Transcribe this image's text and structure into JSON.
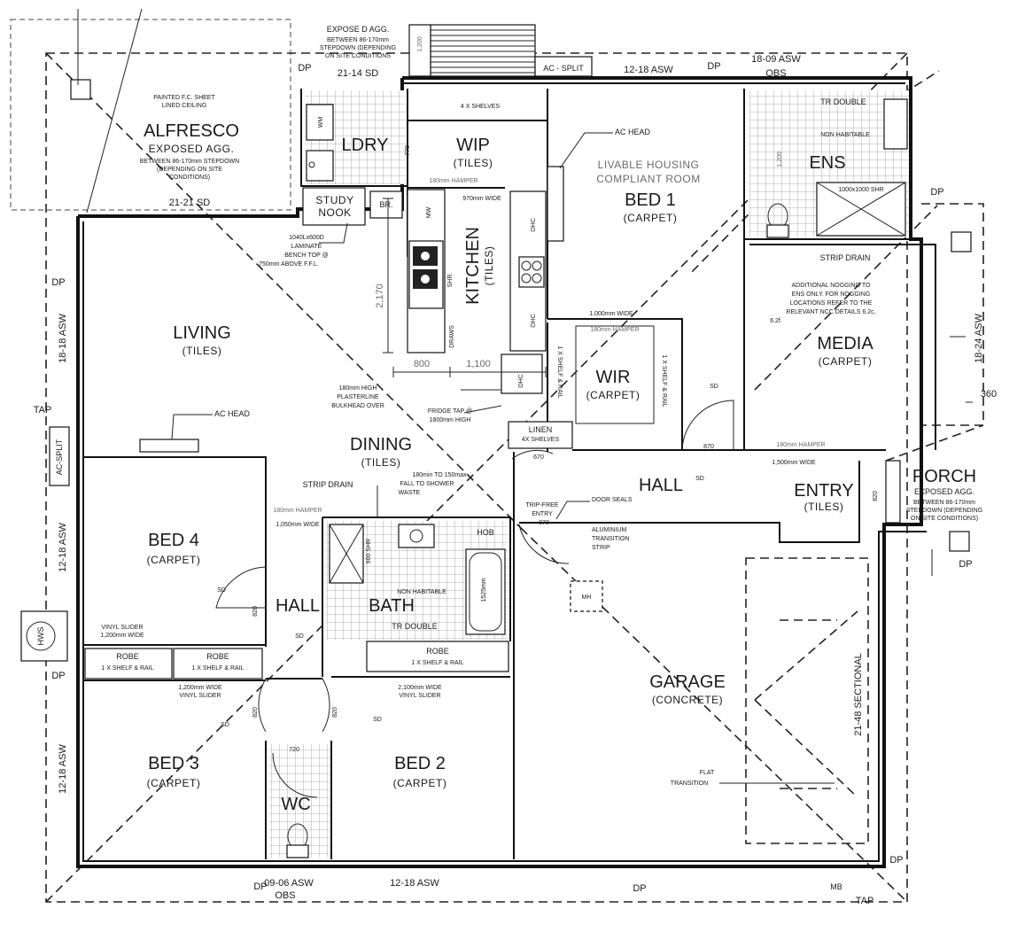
{
  "rooms": {
    "alfresco": {
      "name": "ALFRESCO",
      "finish": "EXPOSED AGG.",
      "note1": "PAINTED F.C. SHEET",
      "note2": "LINED CEILING",
      "note3": "BETWEEN 86-170mm STEPDOWN",
      "note4": "(DEPENDING ON SITE",
      "note5": "CONDITIONS)"
    },
    "ldry": {
      "name": "LDRY"
    },
    "wip": {
      "name": "WIP",
      "finish": "(TILES)",
      "shelves": "4 X SHELVES"
    },
    "bed1": {
      "name": "BED 1",
      "finish": "(CARPET)",
      "note1": "LIVABLE HOUSING",
      "note2": "COMPLIANT ROOM"
    },
    "ens": {
      "name": "ENS"
    },
    "study": {
      "name1": "STUDY",
      "name2": "NOOK"
    },
    "kitchen": {
      "name": "KITCHEN",
      "finish": "(TILES)"
    },
    "living": {
      "name": "LIVING",
      "finish": "(TILES)"
    },
    "dining": {
      "name": "DINING",
      "finish": "(TILES)"
    },
    "wir": {
      "name": "WIR",
      "finish": "(CARPET)"
    },
    "media": {
      "name": "MEDIA",
      "finish": "(CARPET)"
    },
    "bed4": {
      "name": "BED 4",
      "finish": "(CARPET)"
    },
    "hall_left": {
      "name": "HALL"
    },
    "bath": {
      "name": "BATH"
    },
    "hall_right": {
      "name": "HALL"
    },
    "entry": {
      "name": "ENTRY",
      "finish": "(TILES)"
    },
    "porch": {
      "name": "PORCH",
      "finish": "EXPOSED AGG.",
      "note1": "BETWEEN 86-170mm",
      "note2": "STEPDOWN (DEPENDING",
      "note3": "ON SITE CONDITIONS)"
    },
    "garage": {
      "name": "GARAGE",
      "finish": "(CONCRETE)"
    },
    "bed3": {
      "name": "BED 3",
      "finish": "(CARPET)"
    },
    "wc": {
      "name": "WC"
    },
    "bed2": {
      "name": "BED 2",
      "finish": "(CARPET)"
    },
    "linen": {
      "name": "LINEN",
      "shelves": "4X SHELVES"
    }
  },
  "labels": {
    "expose_agg_top": "EXPOSE D AGG.",
    "expose_agg_top2": "BETWEEN 86-170mm",
    "expose_agg_top3": "STEPDOWN (DEPENDING",
    "expose_agg_top4": "ON SITE CONDITIONS",
    "win_21_14_sd": "21-14 SD",
    "win_12_18_asw_top": "12-18 ASW",
    "win_18_09_asw": "18-09 ASW",
    "obs": "OBS",
    "win_21_21_sd": "21-21 SD",
    "ac_split_top": "AC - SPLIT",
    "ac_head_bed1": "AC HEAD",
    "ac_head_living": "AC HEAD",
    "dp": "DP",
    "tap": "TAP",
    "ac_split_side": "AC-SPLIT",
    "win_18_18_asw": "18-18 ASW",
    "win_12_18_asw_left": "12-18 ASW",
    "win_12_18_asw_left2": "12-18 ASW",
    "hws": "HWS",
    "win_18_24_asw": "18-24 ASW",
    "dim_360": "360",
    "tr_double_ens": "TR DOUBLE",
    "non_habitable_ens": "NON HABITABLE",
    "shr_ens": "1000x1000 SHR",
    "strip_drain_ens": "STRIP DRAIN",
    "nogging1": "ADDITIONAL NOGGING TO",
    "nogging2": "ENS ONLY. FOR NOGGING",
    "nogging3": "LOCATIONS REFER TO THE",
    "nogging4": "RELEVANT NCC DETAILS 6.2c,",
    "nogging5": "6.2f.",
    "hamper_ens": "180mm HAMPER",
    "wide_1500": "1,500mm WIDE",
    "bench1": "1040Lx600D",
    "bench2": "LAMINATE",
    "bench3": "BENCH TOP @",
    "bench4": "750mm ABOVE F.F.L.",
    "dim_2170": "2,170",
    "dim_800": "800",
    "dim_1100": "1,100",
    "hamper_kitchen": "180mm HAMPER",
    "wide_970": "970mm WIDE",
    "bulkhead1": "180mm HIGH",
    "bulkhead2": "PLASTERLINE",
    "bulkhead3": "BULKHEAD OVER",
    "fridge1": "FRIDGE TAP @",
    "fridge2": "1800mm HIGH",
    "wide_1000": "1,000mm WIDE",
    "hamper_wir": "180mm HAMPER",
    "shelf_rail": "1 X SHELF & RAIL",
    "strip_drain_bath": "STRIP DRAIN",
    "fall1": "180min TO 150max",
    "fall2": "FALL TO SHOWER",
    "fall3": "WASTE",
    "hamper_bed4": "180mm HAMPER",
    "wide_1050": "1,050mm WIDE",
    "hob": "HOB",
    "non_habitable_bath": "NON HABITABLE",
    "tr_double_bath": "TR DOUBLE",
    "bath_1525": "1525mm",
    "door_seals": "DOOR SEALS",
    "trip_free1": "TRIP-FREE",
    "trip_free2": "ENTRY",
    "alu1": "ALUMINIUM",
    "alu2": "TRANSITION",
    "alu3": "STRIP",
    "mh": "MH",
    "sd": "SD",
    "robe": "ROBE",
    "robe_shelf": "1 X SHELF & RAIL",
    "slider_1200_top1": "VINYL SLIDER",
    "slider_1200_top2": "1,200mm WIDE",
    "slider_1200_bot1": "1,200mm WIDE",
    "slider_1200_bot2": "VINYL SLIDER",
    "slider_2100_1": "2,100mm WIDE",
    "slider_2100_2": "VINYL SLIDER",
    "sectional": "21-48 SECTIONAL",
    "flat1": "FLAT",
    "flat2": "TRANSITION",
    "win_09_06_asw": "09-06 ASW",
    "win_12_18_asw_bottom": "12-18 ASW",
    "mb": "MB",
    "d820": "820",
    "d870": "870",
    "d720": "720",
    "d770": "770",
    "d670": "670",
    "wm": "WM",
    "br": "BR.",
    "mw": "MW",
    "shr": "SHR.",
    "ohc": "OHC",
    "drawers": "DRAWS",
    "wide_900_shr": "900 SHR",
    "dim_1200": "1,200",
    "dim_1200b": "1,200"
  }
}
